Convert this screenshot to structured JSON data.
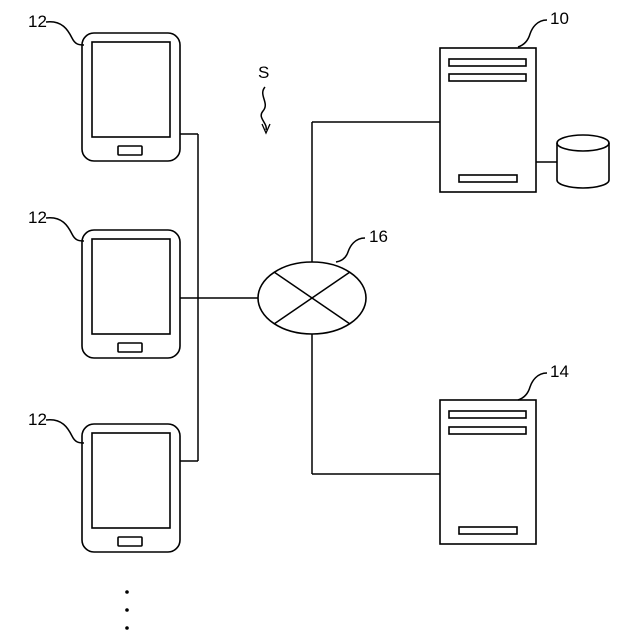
{
  "diagram": {
    "system_label": "S",
    "terminals": [
      {
        "label": "12"
      },
      {
        "label": "12"
      },
      {
        "label": "12"
      }
    ],
    "server_top": {
      "label": "10"
    },
    "server_bottom": {
      "label": "14"
    },
    "network": {
      "label": "16"
    },
    "ellipsis": "⋮"
  },
  "colors": {
    "stroke": "#000000",
    "background": "#ffffff"
  }
}
